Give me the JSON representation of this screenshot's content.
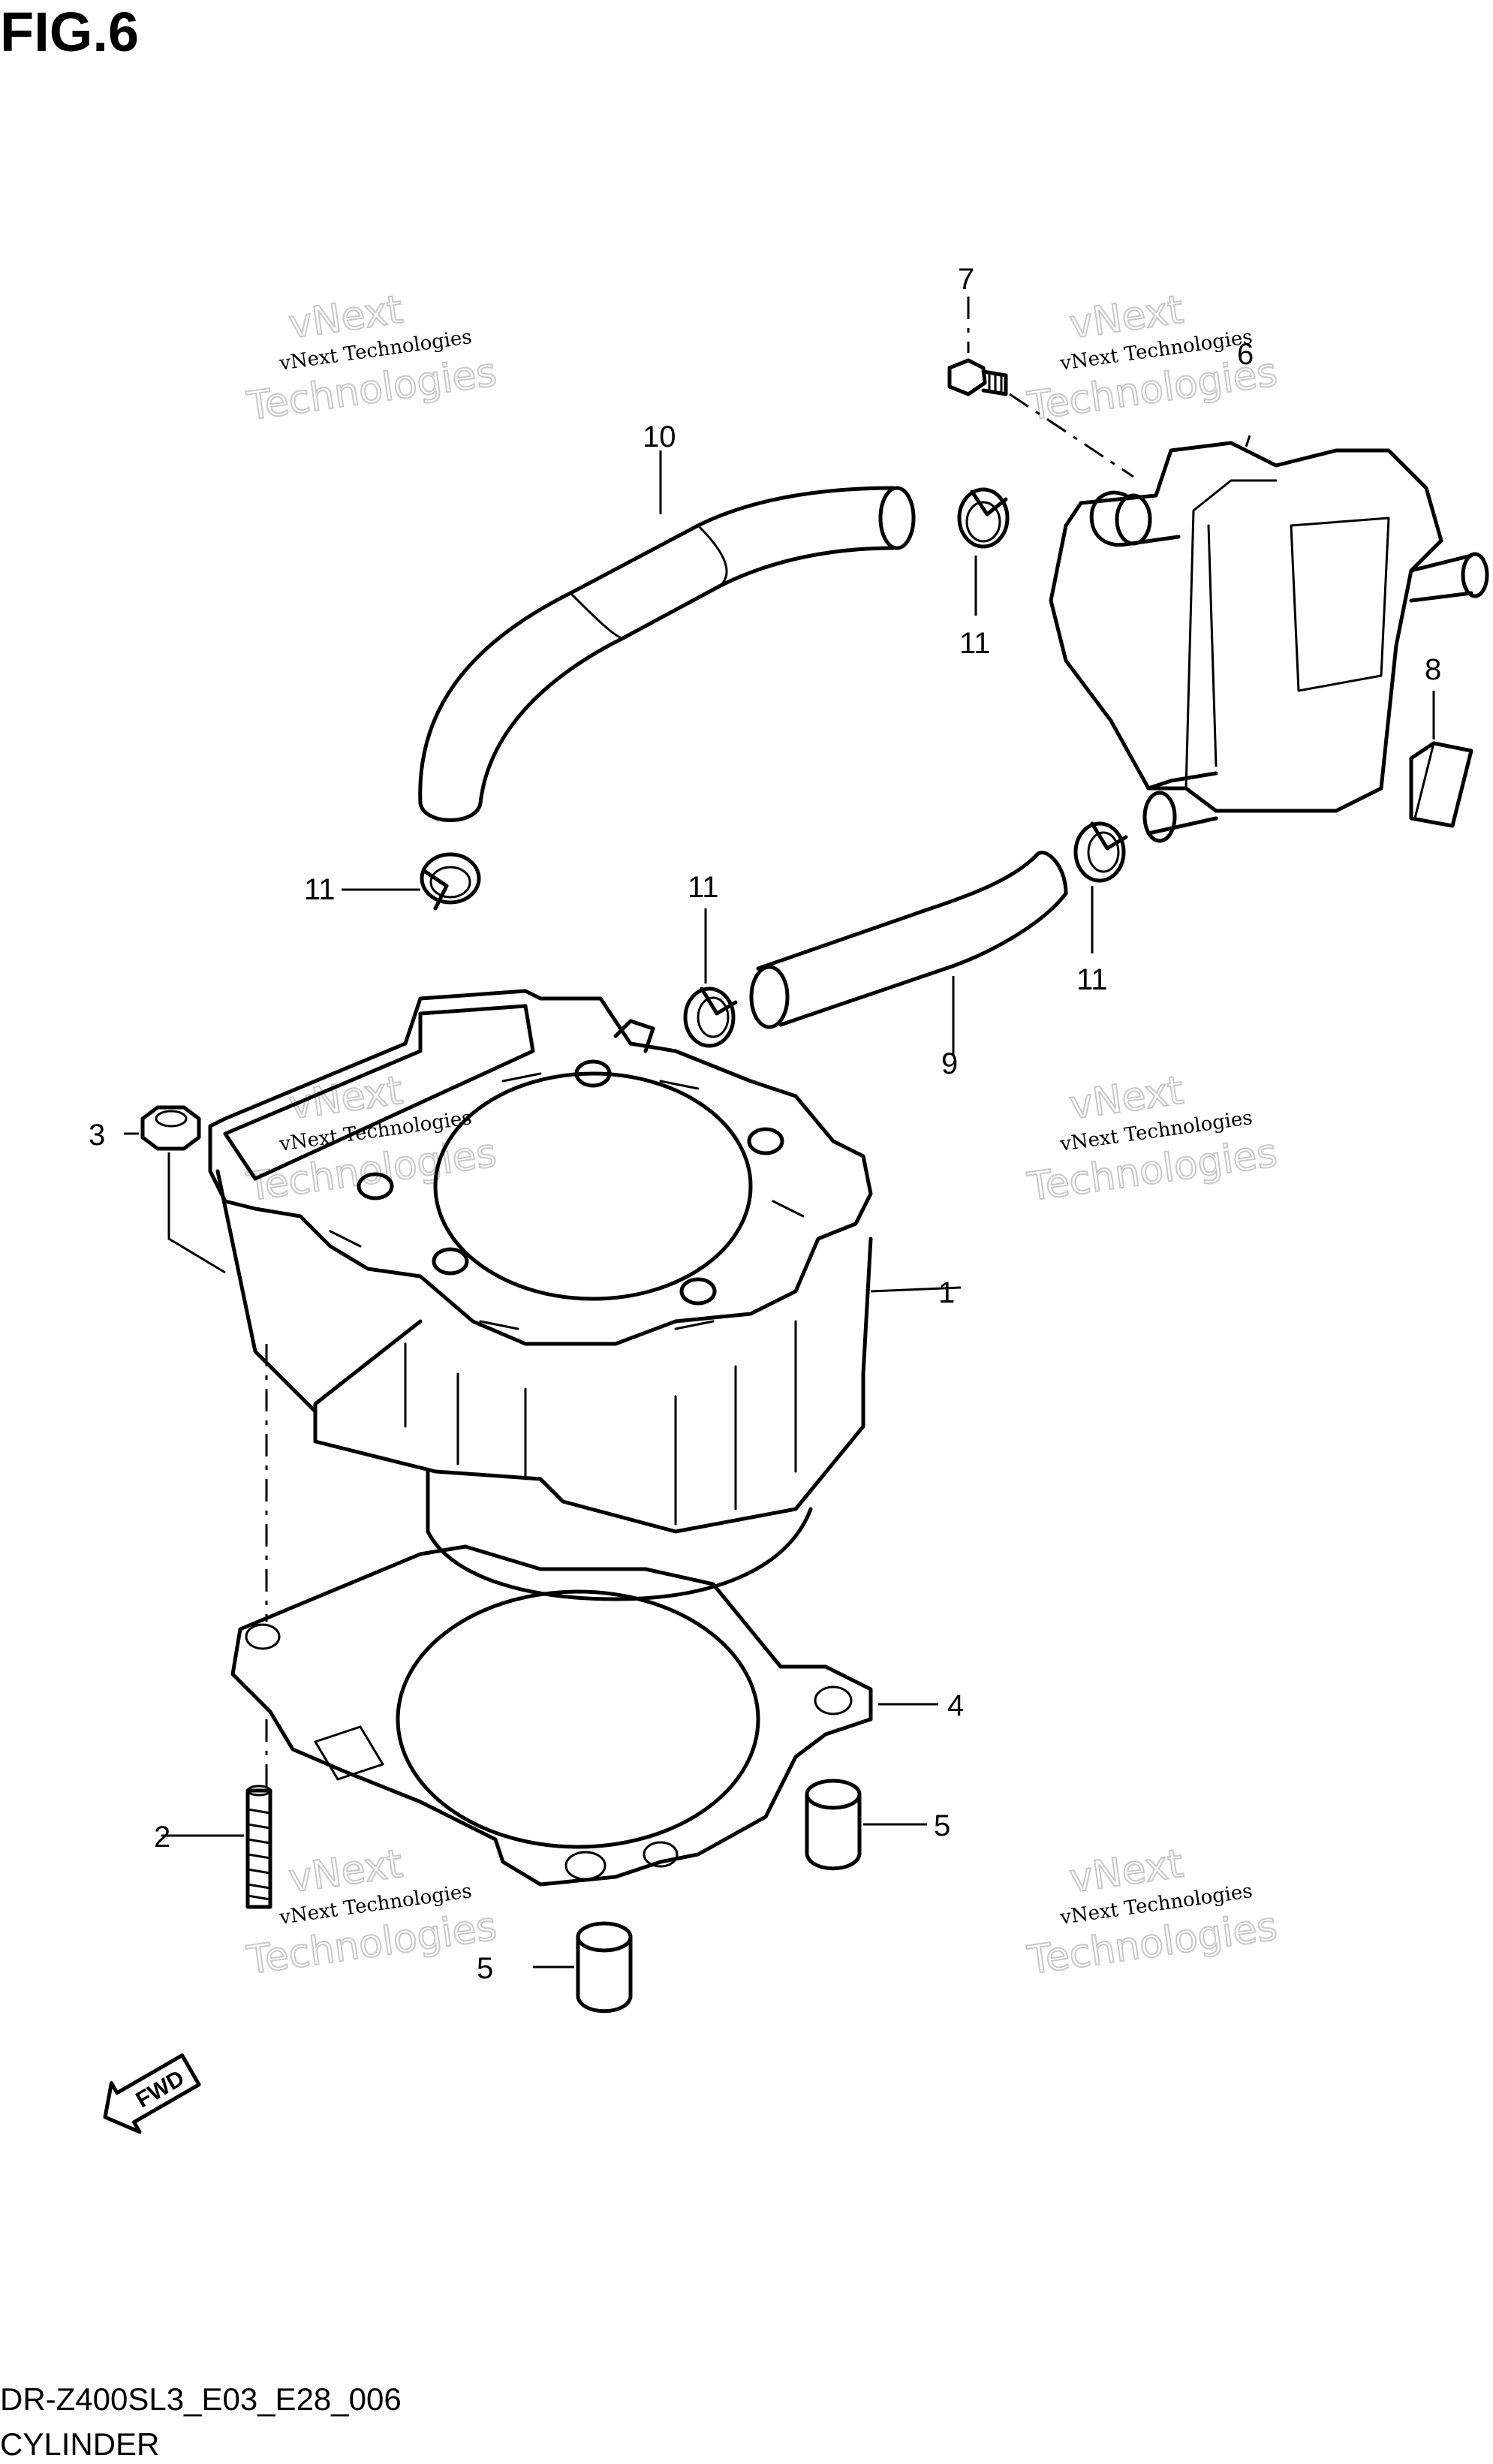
{
  "figure": {
    "title": "FIG.6",
    "diagram_code": "DR-Z400SL3_E03_E28_006",
    "caption": "CYLINDER"
  },
  "callouts": [
    {
      "id": "c1",
      "label": "1"
    },
    {
      "id": "c2",
      "label": "2"
    },
    {
      "id": "c3",
      "label": "3"
    },
    {
      "id": "c4",
      "label": "4"
    },
    {
      "id": "c5a",
      "label": "5"
    },
    {
      "id": "c5b",
      "label": "5"
    },
    {
      "id": "c6",
      "label": "6"
    },
    {
      "id": "c7",
      "label": "7"
    },
    {
      "id": "c8",
      "label": "8"
    },
    {
      "id": "c9",
      "label": "9"
    },
    {
      "id": "c10",
      "label": "10"
    },
    {
      "id": "c11a",
      "label": "11"
    },
    {
      "id": "c11b",
      "label": "11"
    },
    {
      "id": "c11c",
      "label": "11"
    },
    {
      "id": "c11d",
      "label": "11"
    }
  ],
  "watermark": {
    "line1": "vNext",
    "line2": "vNext Technologies",
    "line3": "Technologies"
  },
  "fwd_marker": "FWD"
}
